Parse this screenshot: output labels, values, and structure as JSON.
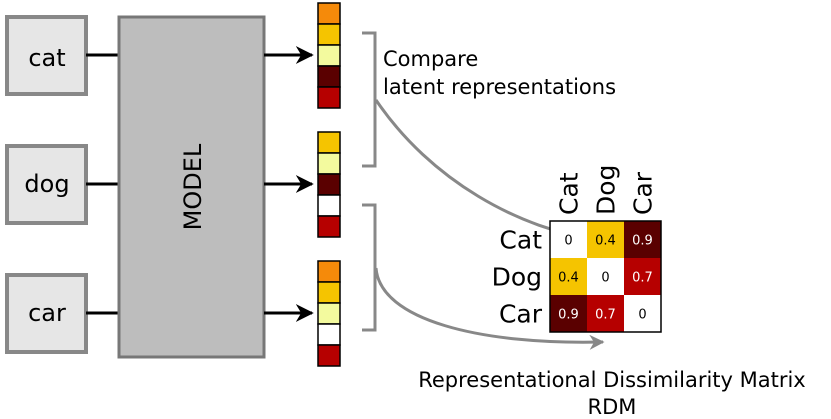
{
  "inputs": [
    {
      "label": "cat"
    },
    {
      "label": "dog"
    },
    {
      "label": "car"
    }
  ],
  "model": {
    "label": "MODEL"
  },
  "vectors": [
    {
      "cells": [
        "#f58a0a",
        "#f5c400",
        "#f3fa9e",
        "#5a0000",
        "#b60000"
      ]
    },
    {
      "cells": [
        "#f5c400",
        "#f3fa9e",
        "#5a0000",
        "#ffffff",
        "#b60000"
      ]
    },
    {
      "cells": [
        "#f58a0a",
        "#f5c400",
        "#f3fa9e",
        "#ffffff",
        "#b60000"
      ]
    }
  ],
  "annotation": {
    "line1": "Compare",
    "line2": "latent representations"
  },
  "rdm": {
    "col_labels": [
      "Cat",
      "Dog",
      "Car"
    ],
    "row_labels": [
      "Cat",
      "Dog",
      "Car"
    ],
    "values": [
      [
        "0",
        "0.4",
        "0.9"
      ],
      [
        "0.4",
        "0",
        "0.7"
      ],
      [
        "0.9",
        "0.7",
        "0"
      ]
    ],
    "cell_colors": [
      [
        "#ffffff",
        "#f5c400",
        "#5a0000"
      ],
      [
        "#f5c400",
        "#ffffff",
        "#b60000"
      ],
      [
        "#5a0000",
        "#b60000",
        "#ffffff"
      ]
    ],
    "title_line1": "Representational Dissimilarity Matrix",
    "title_line2": "RDM"
  }
}
